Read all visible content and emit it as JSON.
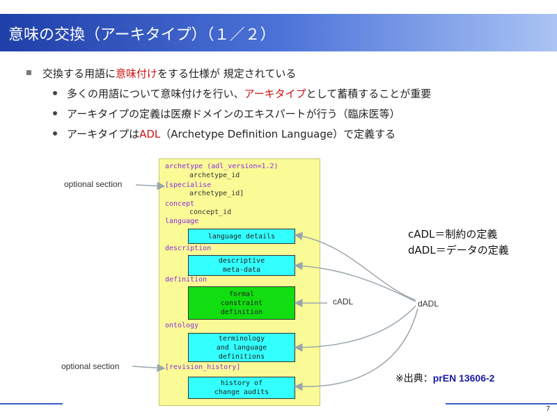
{
  "slide": {
    "title": "意味の交換（アーキタイプ）（１／２）",
    "page_number": "7"
  },
  "bullets": {
    "main": {
      "prefix": "交換する用語に",
      "highlight": "意味付け",
      "suffix": "をする仕様が 規定されている"
    },
    "sub1": {
      "prefix": "多くの用語について意味付けを行い、",
      "highlight": "アーキタイプ",
      "suffix": "として蓄積することが重要"
    },
    "sub2": {
      "text": "アーキタイプの定義は医療ドメインのエキスパートが行う（臨床医等）"
    },
    "sub3": {
      "prefix": "アーキタイプは",
      "highlight": "ADL",
      "suffix": "（Archetype Definition Language）で定義する"
    }
  },
  "diagram": {
    "header": "archetype (adl_version=1.2)",
    "archetype_id": "archetype_id",
    "specialise": "[specialise",
    "specialise_id": "archetype_id]",
    "concept": "concept",
    "concept_id": "concept_id",
    "language": "language",
    "language_box": "language details",
    "description": "description",
    "description_box": "descriptive\nmeta-data",
    "definition": "definition",
    "definition_box": "formal\nconstraint\ndefinition",
    "ontology": "ontology",
    "ontology_box": "terminology\nand language\ndefinitions",
    "revision": "[revision_history]",
    "revision_box": "history of\nchange audits",
    "optional1": "optional section",
    "optional2": "optional section",
    "cadl": "cADL",
    "dadl": "dADL",
    "box_colors": {
      "cyan": "#33ffff",
      "green": "#11dd11",
      "panel": "#fafa96"
    }
  },
  "definitions": {
    "cadl": "cADL＝制約の定義",
    "dadl": "dADL＝データの定義"
  },
  "source": {
    "label": "※出典：",
    "ref": "prEN 13606-2"
  }
}
